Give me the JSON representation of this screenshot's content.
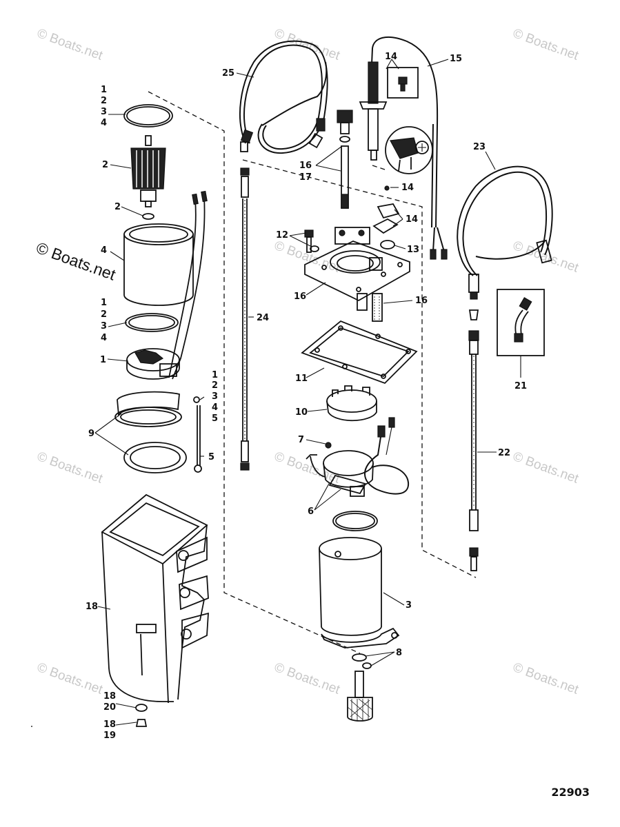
{
  "watermark": {
    "text": "© Boats.net",
    "main_text": "© Boats.net"
  },
  "figure_number": "22903",
  "callouts": {
    "c1a": "1",
    "c2a": "2",
    "c3a": "3",
    "c4a": "4",
    "c2b": "2",
    "c2c": "2",
    "c4b": "4",
    "c1b": "1",
    "c2d": "2",
    "c3b": "3",
    "c4c": "4",
    "c1c": "1",
    "c1d": "1",
    "c2e": "2",
    "c3c": "3",
    "c4d": "4",
    "c5a": "5",
    "c9": "9",
    "c5b": "5",
    "c18a": "18",
    "c18b": "18",
    "c20": "20",
    "c18c": "18",
    "c19": "19",
    "c25": "25",
    "c24": "24",
    "c16a": "16",
    "c17": "17",
    "c14a": "14",
    "c15": "15",
    "c14b": "14",
    "c14c": "14",
    "c12": "12",
    "c13": "13",
    "c16b": "16",
    "c16c": "16",
    "c11": "11",
    "c10": "10",
    "c7": "7",
    "c6": "6",
    "c3d": "3",
    "c8": "8",
    "c23": "23",
    "c21": "21",
    "c22": "22"
  }
}
